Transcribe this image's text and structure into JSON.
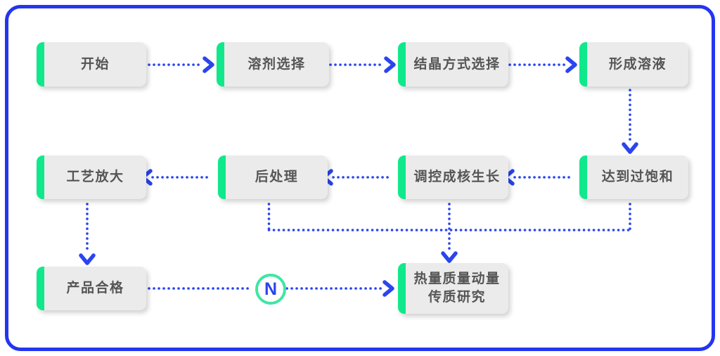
{
  "diagram": {
    "type": "flowchart",
    "topic": "crystallization process workflow"
  },
  "nodes": {
    "start": {
      "label": "开始"
    },
    "solvent": {
      "label": "溶剂选择"
    },
    "method": {
      "label": "结晶方式选择"
    },
    "solution": {
      "label": "形成溶液"
    },
    "supersaturation": {
      "label": "达到过饱和"
    },
    "nucleation": {
      "label": "调控成核生长"
    },
    "post": {
      "label": "后处理"
    },
    "scaleup": {
      "label": "工艺放大"
    },
    "qualified": {
      "label": "产品合格"
    },
    "study": {
      "line1": "热量质量动量",
      "line2": "传质研究"
    }
  },
  "decision": {
    "label": "N"
  },
  "edges": [
    {
      "from": "开始",
      "to": "溶剂选择"
    },
    {
      "from": "溶剂选择",
      "to": "结晶方式选择"
    },
    {
      "from": "结晶方式选择",
      "to": "形成溶液"
    },
    {
      "from": "形成溶液",
      "to": "达到过饱和"
    },
    {
      "from": "达到过饱和",
      "to": "调控成核生长"
    },
    {
      "from": "调控成核生长",
      "to": "后处理"
    },
    {
      "from": "后处理",
      "to": "工艺放大"
    },
    {
      "from": "工艺放大",
      "to": "产品合格"
    },
    {
      "from": "产品合格",
      "to": "热量质量动量传质研究",
      "label": "N"
    },
    {
      "from": "后处理",
      "to": "热量质量动量传质研究"
    },
    {
      "from": "调控成核生长",
      "to": "热量质量动量传质研究"
    },
    {
      "from": "达到过饱和",
      "to": "热量质量动量传质研究"
    }
  ],
  "colors": {
    "accent_green": "#0FE98C",
    "circle_green": "#3FE6A4",
    "arrow_blue": "#2A44F0",
    "border_blue": "#2335F0",
    "node_bg": "#EBEBEB",
    "node_text": "#555555",
    "canvas_bg": "#FFFFFF"
  }
}
